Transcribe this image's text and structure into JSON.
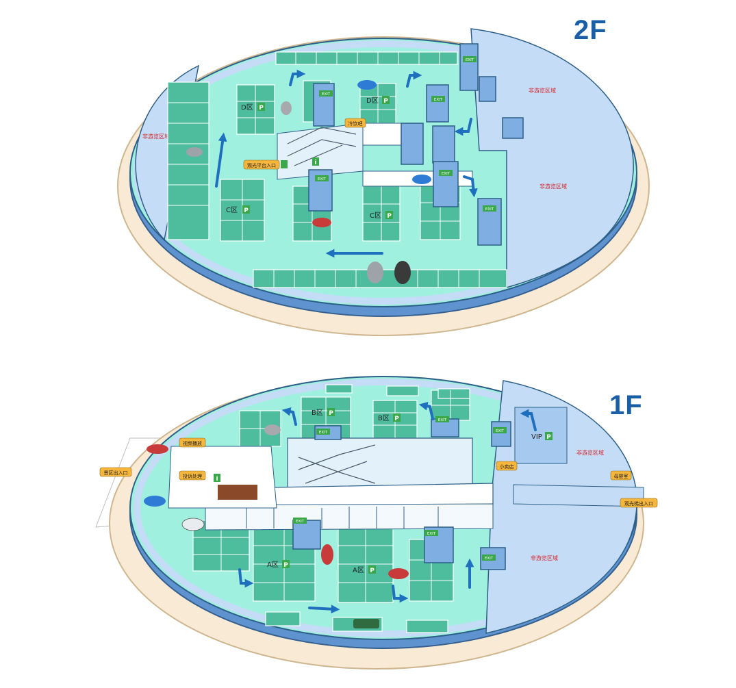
{
  "floors": {
    "f2": {
      "label": "2F",
      "zones": {
        "d_left": "D区",
        "d_right": "D区",
        "c_left": "C区",
        "c_right": "C区"
      },
      "non_tour_left": "非游览区域",
      "non_tour_right_top": "非游览区域",
      "non_tour_right_mid": "非游览区域",
      "cold_drinks": "冷饮吧",
      "viewing_platform_entrance": "观光平台入口",
      "exit_sign": "EXIT",
      "parking_icon": "P",
      "info_icon": "i"
    },
    "f1": {
      "label": "1F",
      "zones": {
        "b_left": "B区",
        "b_right": "B区",
        "a_left": "A区",
        "a_right": "A区",
        "vip": "VIP"
      },
      "non_tour_top": "非游览区域",
      "non_tour_bottom": "非游览区域",
      "video_playback": "视频播放",
      "complaint_handling": "投诉处理",
      "scenic_entrance": "景区出入口",
      "gift_shop": "小卖店",
      "nursing_room": "母婴室",
      "viewing_entrance_exit": "观光梯出入口",
      "exit_sign": "EXIT",
      "parking_icon": "P",
      "info_icon": "i"
    }
  },
  "colors": {
    "floor_mint": "#9ff0de",
    "wall_blue": "#c4dcf5",
    "rim_cream": "#f8ead4",
    "parking_green": "#4dbd9e",
    "arrow_blue": "#1f6fbf",
    "label_orange": "#f6b63b",
    "exit_green": "#3aa84a",
    "title_blue": "#1a5fa6",
    "text_red": "#d9262b"
  }
}
